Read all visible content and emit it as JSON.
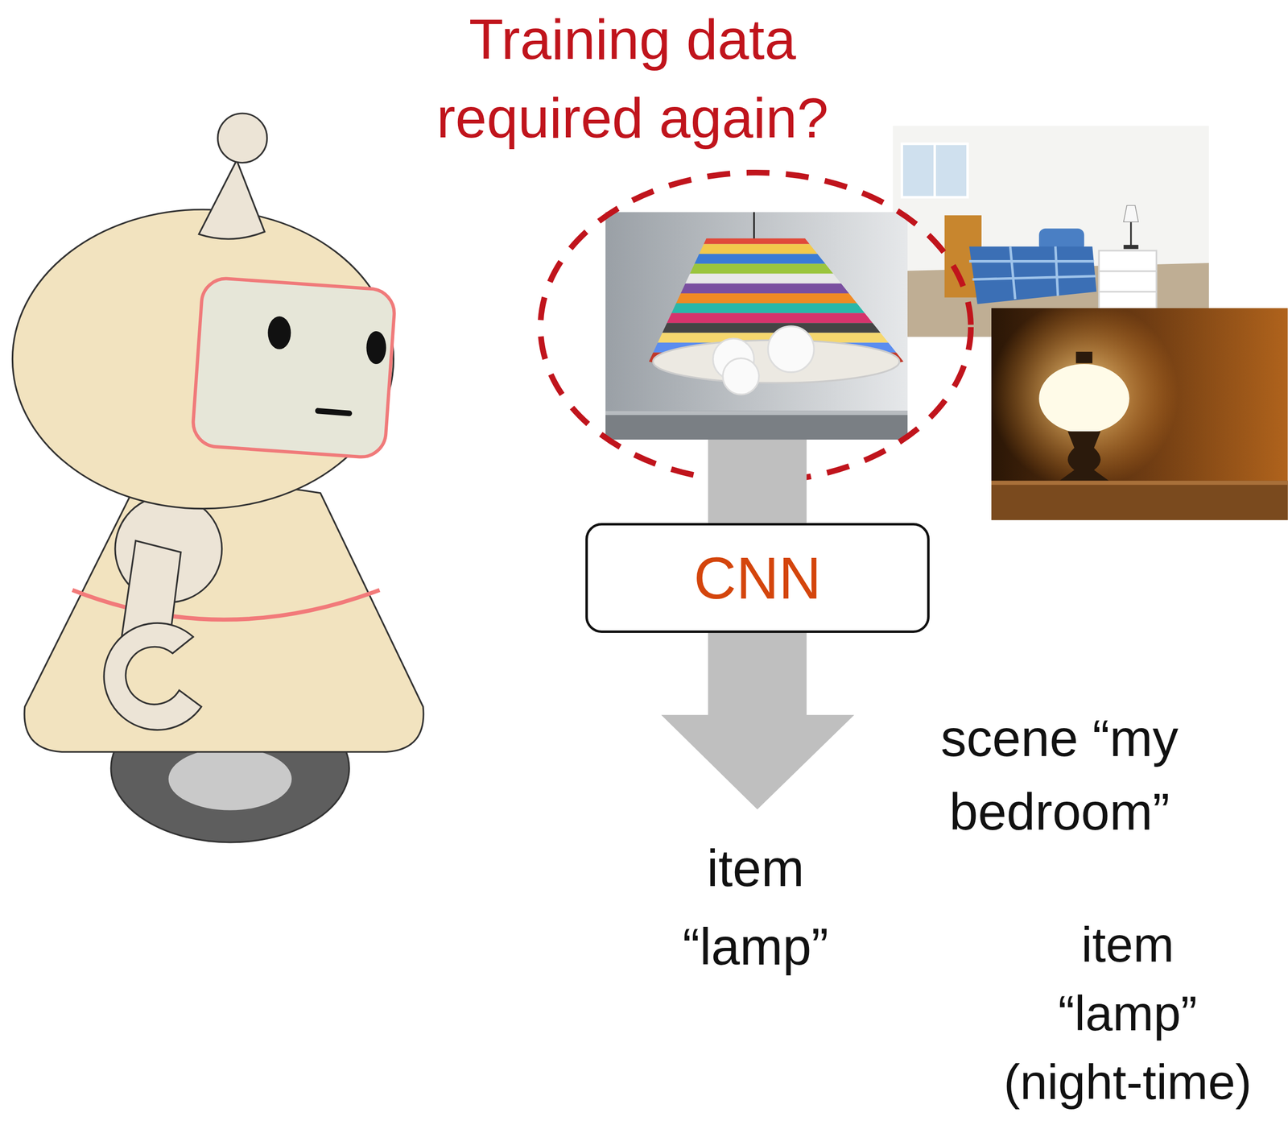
{
  "diagram": {
    "nodes": [
      {
        "text": [
          "CNN"
        ]
      }
    ],
    "labels": [
      "Training data required again?",
      "item “lamp”",
      "scene “my bedroom”",
      "item “lamp” (night-time)"
    ]
  }
}
